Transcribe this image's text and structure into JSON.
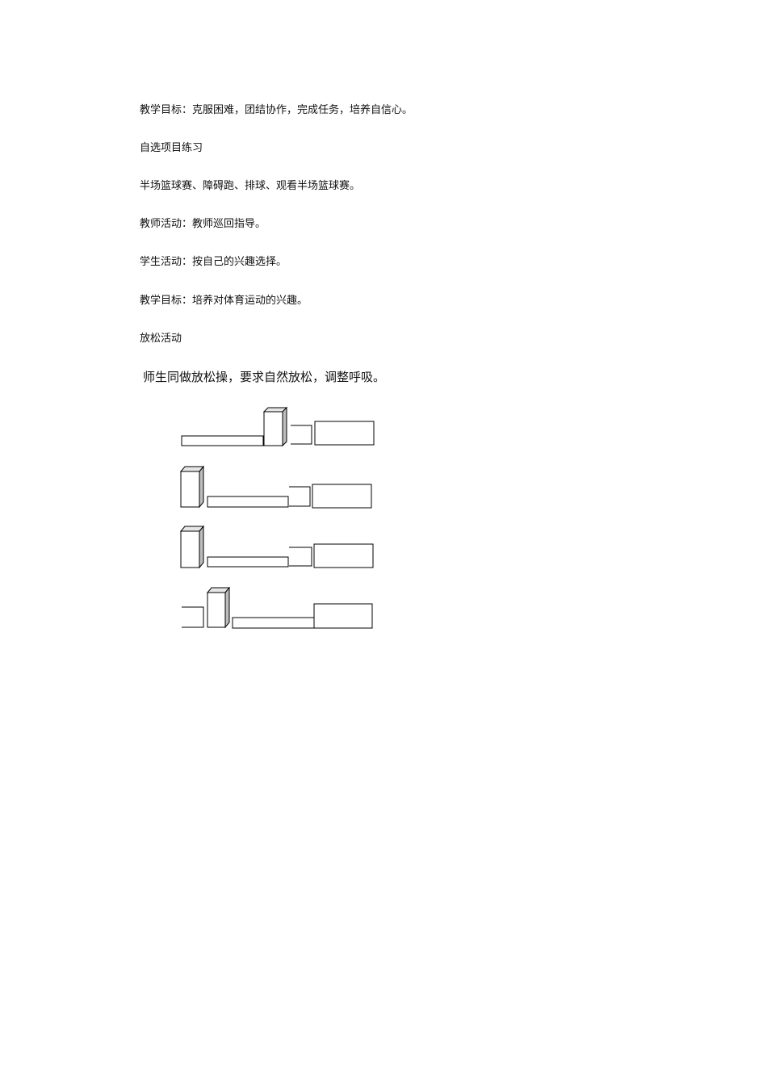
{
  "document": {
    "lines": [
      "教学目标：克服困难，团结协作，完成任务，培养自信心。",
      "自选项目练习",
      "半场篮球赛、障碍跑、排球、观看半场篮球赛。",
      "教师活动：教师巡回指导。",
      "学生活动：按自己的兴趣选择。",
      "教学目标：培养对体育运动的兴趣。",
      "放松活动"
    ],
    "relax_instruction": "师生同做放松操，要求自然放松，调整呼吸。"
  },
  "diagram": {
    "description_rows": 4,
    "colors": {
      "stroke": "#000000",
      "fill": "#ffffff",
      "side_shade": "#bdbdbd",
      "top_shade": "#e6e6e6"
    }
  }
}
